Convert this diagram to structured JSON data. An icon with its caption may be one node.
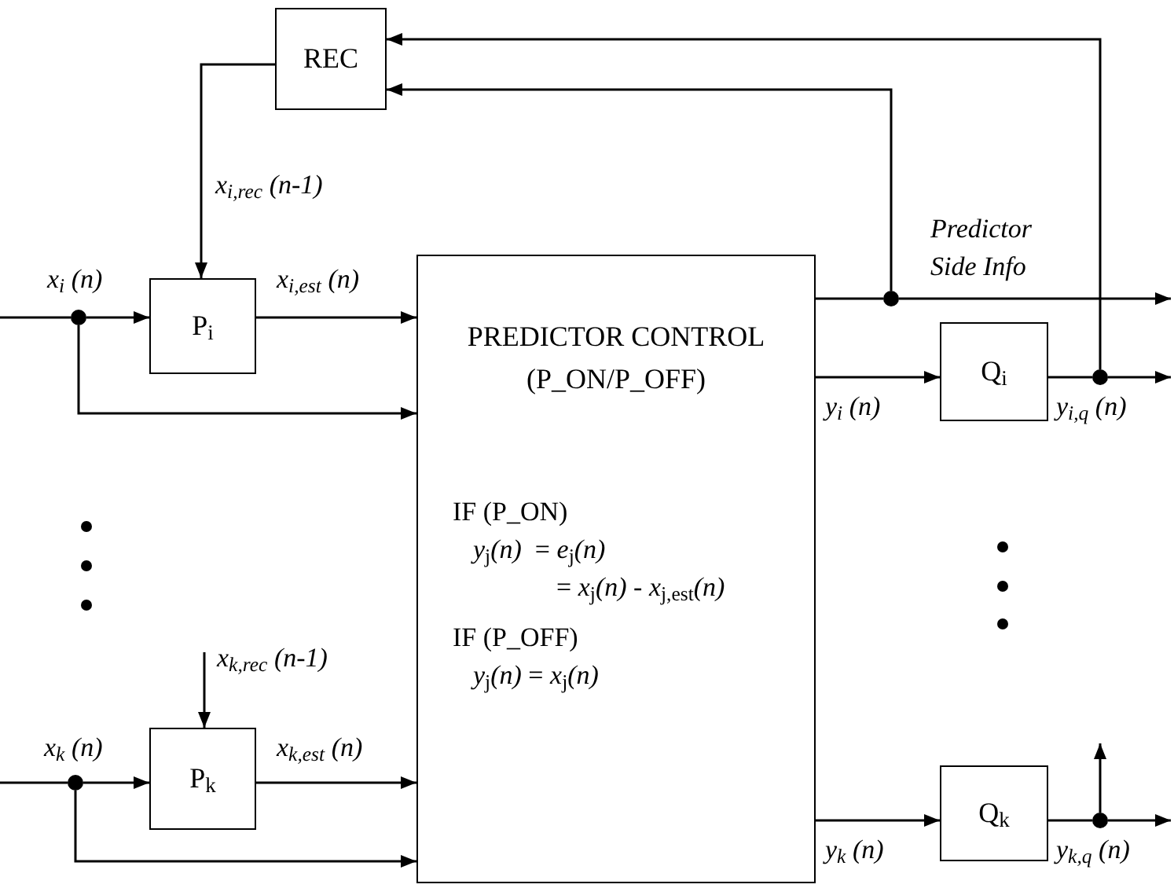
{
  "diagram": {
    "nodes": [
      {
        "text": [
          "REC"
        ]
      },
      {
        "text": [
          "P$_{i}$"
        ]
      },
      {
        "text": [
          "PREDICTOR CONTROL (P_ON/P_OFF)",
          "IF (P_ON)",
          "*y*$_{j}$*(n)*  = *e*$_{j}$*(n)*",
          "= *x*$_{j}$*(n)* - *x*$_{j,est}$*(n)*",
          "IF (P_OFF)",
          "*y*$_{j}$*(n)* = *x*$_{j}$*(n)*"
        ]
      },
      {
        "text": [
          "Q$_{i}$"
        ]
      },
      {
        "text": [
          "P$_{k}$"
        ]
      },
      {
        "text": [
          "Q$_{k}$"
        ]
      },
      {
        "text": [],
        "shape": "circle"
      },
      {
        "text": [],
        "shape": "circle"
      },
      {
        "text": [],
        "shape": "circle"
      },
      {
        "text": [],
        "shape": "circle"
      },
      {
        "text": [],
        "shape": "circle"
      }
    ],
    "edges": [
      {
        "from": null,
        "to": 6,
        "arrow": "none",
        "label": "x$_{i}$ (n)"
      },
      {
        "from": 6,
        "to": 1,
        "arrow": "to"
      },
      {
        "from": 6,
        "to": 2,
        "arrow": "to"
      },
      {
        "from": 1,
        "to": 2,
        "arrow": "to",
        "label": "x$_{i,est}$ (n)"
      },
      {
        "from": 0,
        "to": 1,
        "arrow": "to",
        "label": "x$_{i,rec}$ (n-1)"
      },
      {
        "from": 2,
        "to": 7,
        "arrow": "none"
      },
      {
        "from": 7,
        "to": null,
        "arrow": "to",
        "label": "Predictor Side Info"
      },
      {
        "from": 7,
        "to": 0,
        "arrow": "to"
      },
      {
        "from": 2,
        "to": 3,
        "arrow": "to",
        "label": "y$_{i}$ (n)"
      },
      {
        "from": 3,
        "to": 8,
        "arrow": "none",
        "label": "y$_{i,q}$ (n)"
      },
      {
        "from": 8,
        "to": null,
        "arrow": "to"
      },
      {
        "from": 8,
        "to": 0,
        "arrow": "to"
      },
      {
        "from": null,
        "to": 9,
        "arrow": "none",
        "label": "x$_{k}$ (n)"
      },
      {
        "from": 9,
        "to": 4,
        "arrow": "to"
      },
      {
        "from": 9,
        "to": 2,
        "arrow": "to"
      },
      {
        "from": 4,
        "to": 2,
        "arrow": "to",
        "label": "x$_{k,est}$ (n)"
      },
      {
        "from": null,
        "to": 4,
        "arrow": "to",
        "label": "x$_{k,rec}$ (n-1)"
      },
      {
        "from": 2,
        "to": 5,
        "arrow": "to",
        "label": "y$_{k}$ (n)"
      },
      {
        "from": 5,
        "to": 10,
        "arrow": "none",
        "label": "y$_{k,q}$ (n)"
      },
      {
        "from": 10,
        "to": null,
        "arrow": "to"
      },
      {
        "from": 10,
        "to": null,
        "arrow": "to"
      }
    ]
  }
}
